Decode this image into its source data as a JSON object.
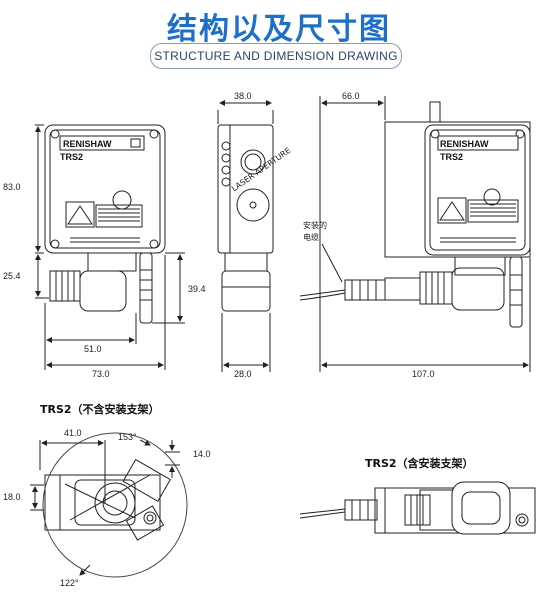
{
  "header": {
    "title": "结构以及尺寸图",
    "subtitle": "STRUCTURE AND DIMENSION DRAWING"
  },
  "front_view": {
    "brand": "RENISHAW",
    "model": "TRS2",
    "dim_height": "83.0",
    "dim_connector": "25.4",
    "dim_connector_height": "39.4",
    "dim_width_inner": "51.0",
    "dim_width_total": "73.0"
  },
  "side_view": {
    "dim_top": "38.0",
    "dim_bottom": "28.0",
    "aperture_text": "LASER APERTURE"
  },
  "right_view": {
    "brand": "RENISHAW",
    "model": "TRS2",
    "dim_top": "66.0",
    "dim_bottom": "107.0",
    "cable_label_line1": "安装的",
    "cable_label_line2": "电缆"
  },
  "bottom_left": {
    "label": "TRS2（不含安装支架）",
    "dim_41": "41.0",
    "dim_angle_153": "153°",
    "dim_14": "14.0",
    "dim_18": "18.0",
    "dim_angle_122": "122°"
  },
  "bottom_right": {
    "label": "TRS2（含安装支架）"
  },
  "colors": {
    "title_blue": "#1e6fc9",
    "line": "#222222"
  }
}
